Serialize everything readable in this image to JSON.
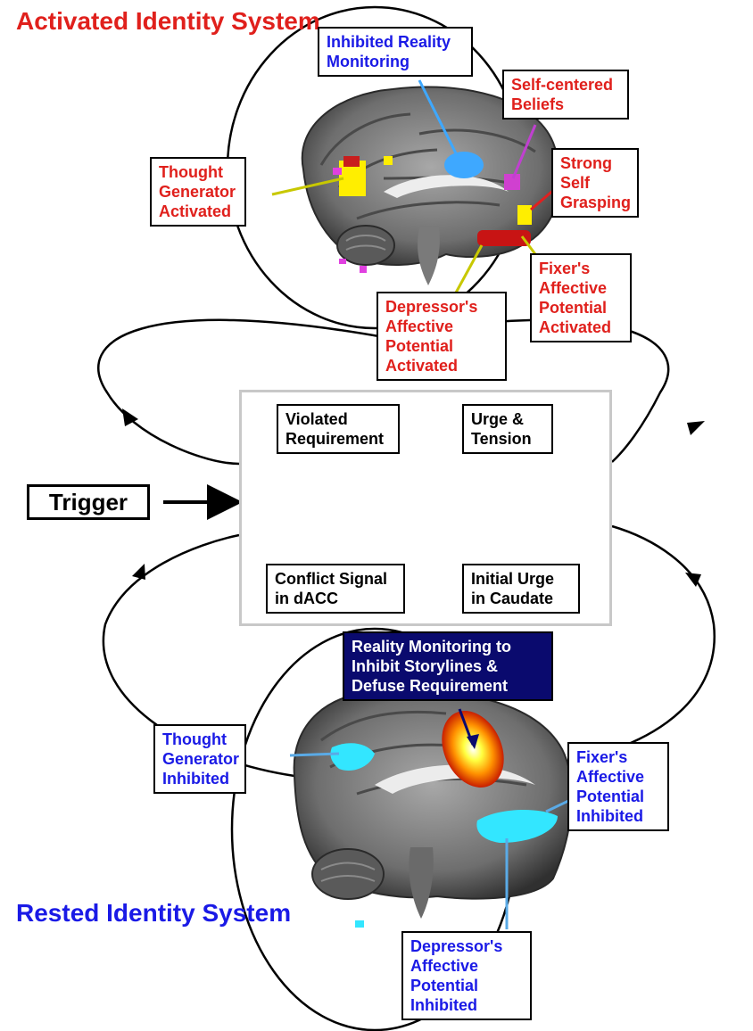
{
  "titles": {
    "activated": "Activated Identity System",
    "rested": "Rested Identity System"
  },
  "trigger": "Trigger",
  "top_labels": {
    "inhibited_reality": [
      "Inhibited Reality",
      "Monitoring"
    ],
    "self_centered": [
      "Self-centered",
      "Beliefs"
    ],
    "thought_generator": [
      "Thought",
      "Generator",
      "Activated"
    ],
    "strong_self": [
      "Strong",
      "Self",
      "Grasping"
    ],
    "fixer_activated": [
      "Fixer's",
      "Affective",
      "Potential",
      "Activated"
    ],
    "depressor_activated": [
      "Depressor's",
      "Affective",
      "Potential",
      "Activated"
    ]
  },
  "middle_labels": {
    "violated": [
      "Violated",
      "Requirement"
    ],
    "urge": [
      "Urge &",
      "Tension"
    ],
    "conflict": [
      "Conflict Signal",
      "in dACC"
    ],
    "initial_urge": [
      "Initial Urge",
      "in Caudate"
    ]
  },
  "bottom_labels": {
    "reality_monitoring": [
      "Reality Monitoring to",
      "Inhibit Storylines &",
      "Defuse Requirement"
    ],
    "thought_inhibited": [
      "Thought",
      "Generator",
      "Inhibited"
    ],
    "fixer_inhibited": [
      "Fixer's",
      "Affective",
      "Potential",
      "Inhibited"
    ],
    "depressor_inhibited": [
      "Depressor's",
      "Affective",
      "Potential",
      "Inhibited"
    ]
  },
  "colors": {
    "activated_text": "#e0201c",
    "inhibited_text": "#1a1ae6",
    "dark_box": "#0a0a6e",
    "cycle_line": "#000000",
    "panel_border": "#c8c8c8"
  }
}
